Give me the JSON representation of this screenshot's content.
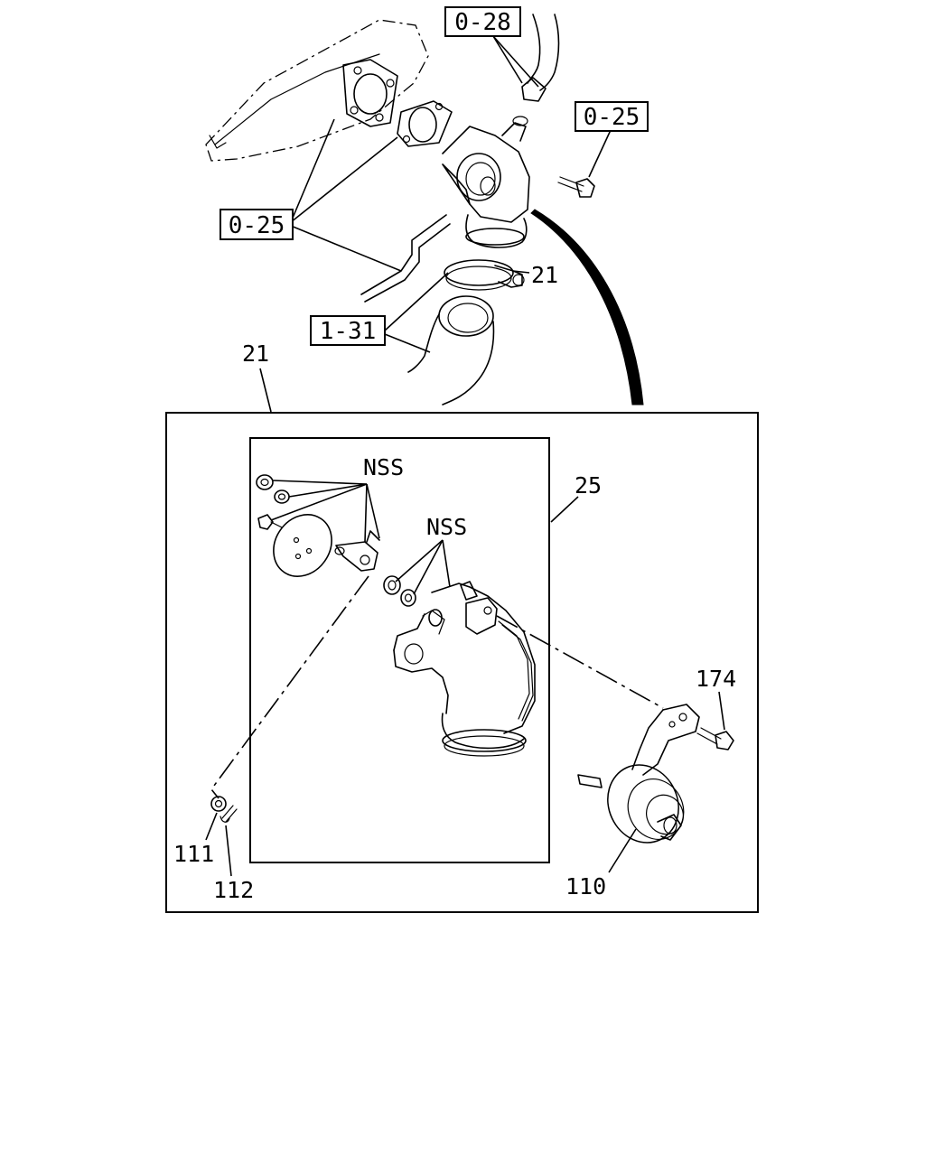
{
  "diagram": {
    "callouts": {
      "ref_0_28": "0-28",
      "ref_0_25_right": "0-25",
      "ref_0_25_left": "0-25",
      "ref_1_31": "1-31",
      "part_21_top": "21",
      "part_21_assembly": "21",
      "part_25": "25",
      "nss_upper": "NSS",
      "nss_lower": "NSS",
      "part_174": "174",
      "part_110": "110",
      "part_111": "111",
      "part_112": "112"
    }
  }
}
